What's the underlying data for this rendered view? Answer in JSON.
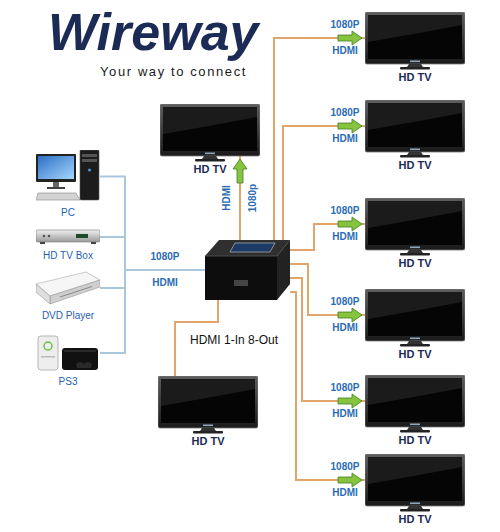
{
  "diagram": {
    "nodes": [
      {
        "text": [
          "PC"
        ]
      },
      {
        "text": [
          "HD TV Box"
        ]
      },
      {
        "text": [
          "DVD Player"
        ]
      },
      {
        "text": [
          "PS3"
        ]
      },
      {
        "text": [
          "HDMI 1-In 8-Out"
        ]
      },
      {
        "text": [
          "HD TV"
        ]
      },
      {
        "text": [
          "HD TV"
        ]
      },
      {
        "text": [
          "HD TV"
        ]
      },
      {
        "text": [
          "HD TV"
        ]
      },
      {
        "text": [
          "HD TV"
        ]
      },
      {
        "text": [
          "HD TV"
        ]
      },
      {
        "text": [
          "HD TV"
        ]
      },
      {
        "text": [
          "HD TV"
        ]
      }
    ],
    "edges": [
      {
        "from": 0,
        "to": 4,
        "arrow": "none"
      },
      {
        "from": 1,
        "to": 4,
        "arrow": "none"
      },
      {
        "from": 2,
        "to": 4,
        "arrow": "none"
      },
      {
        "from": 3,
        "to": 4,
        "arrow": "none"
      },
      {
        "from": 4,
        "to": 5,
        "arrow": "to",
        "label": "HDMI 1080p"
      },
      {
        "from": 4,
        "to": 6,
        "arrow": "none"
      },
      {
        "from": 4,
        "to": 7,
        "arrow": "to",
        "label": "1080P HDMI"
      },
      {
        "from": 4,
        "to": 8,
        "arrow": "to",
        "label": "1080P HDMI"
      },
      {
        "from": 4,
        "to": 9,
        "arrow": "to",
        "label": "1080P HDMI"
      },
      {
        "from": 4,
        "to": 10,
        "arrow": "to",
        "label": "1080P HDMI"
      },
      {
        "from": 4,
        "to": 11,
        "arrow": "to",
        "label": "1080P HDMI"
      },
      {
        "from": 4,
        "to": 12,
        "arrow": "to",
        "label": "1080P HDMI"
      }
    ],
    "labels": [
      "Wireway",
      "Your way to connect",
      "1080P HDMI"
    ]
  }
}
